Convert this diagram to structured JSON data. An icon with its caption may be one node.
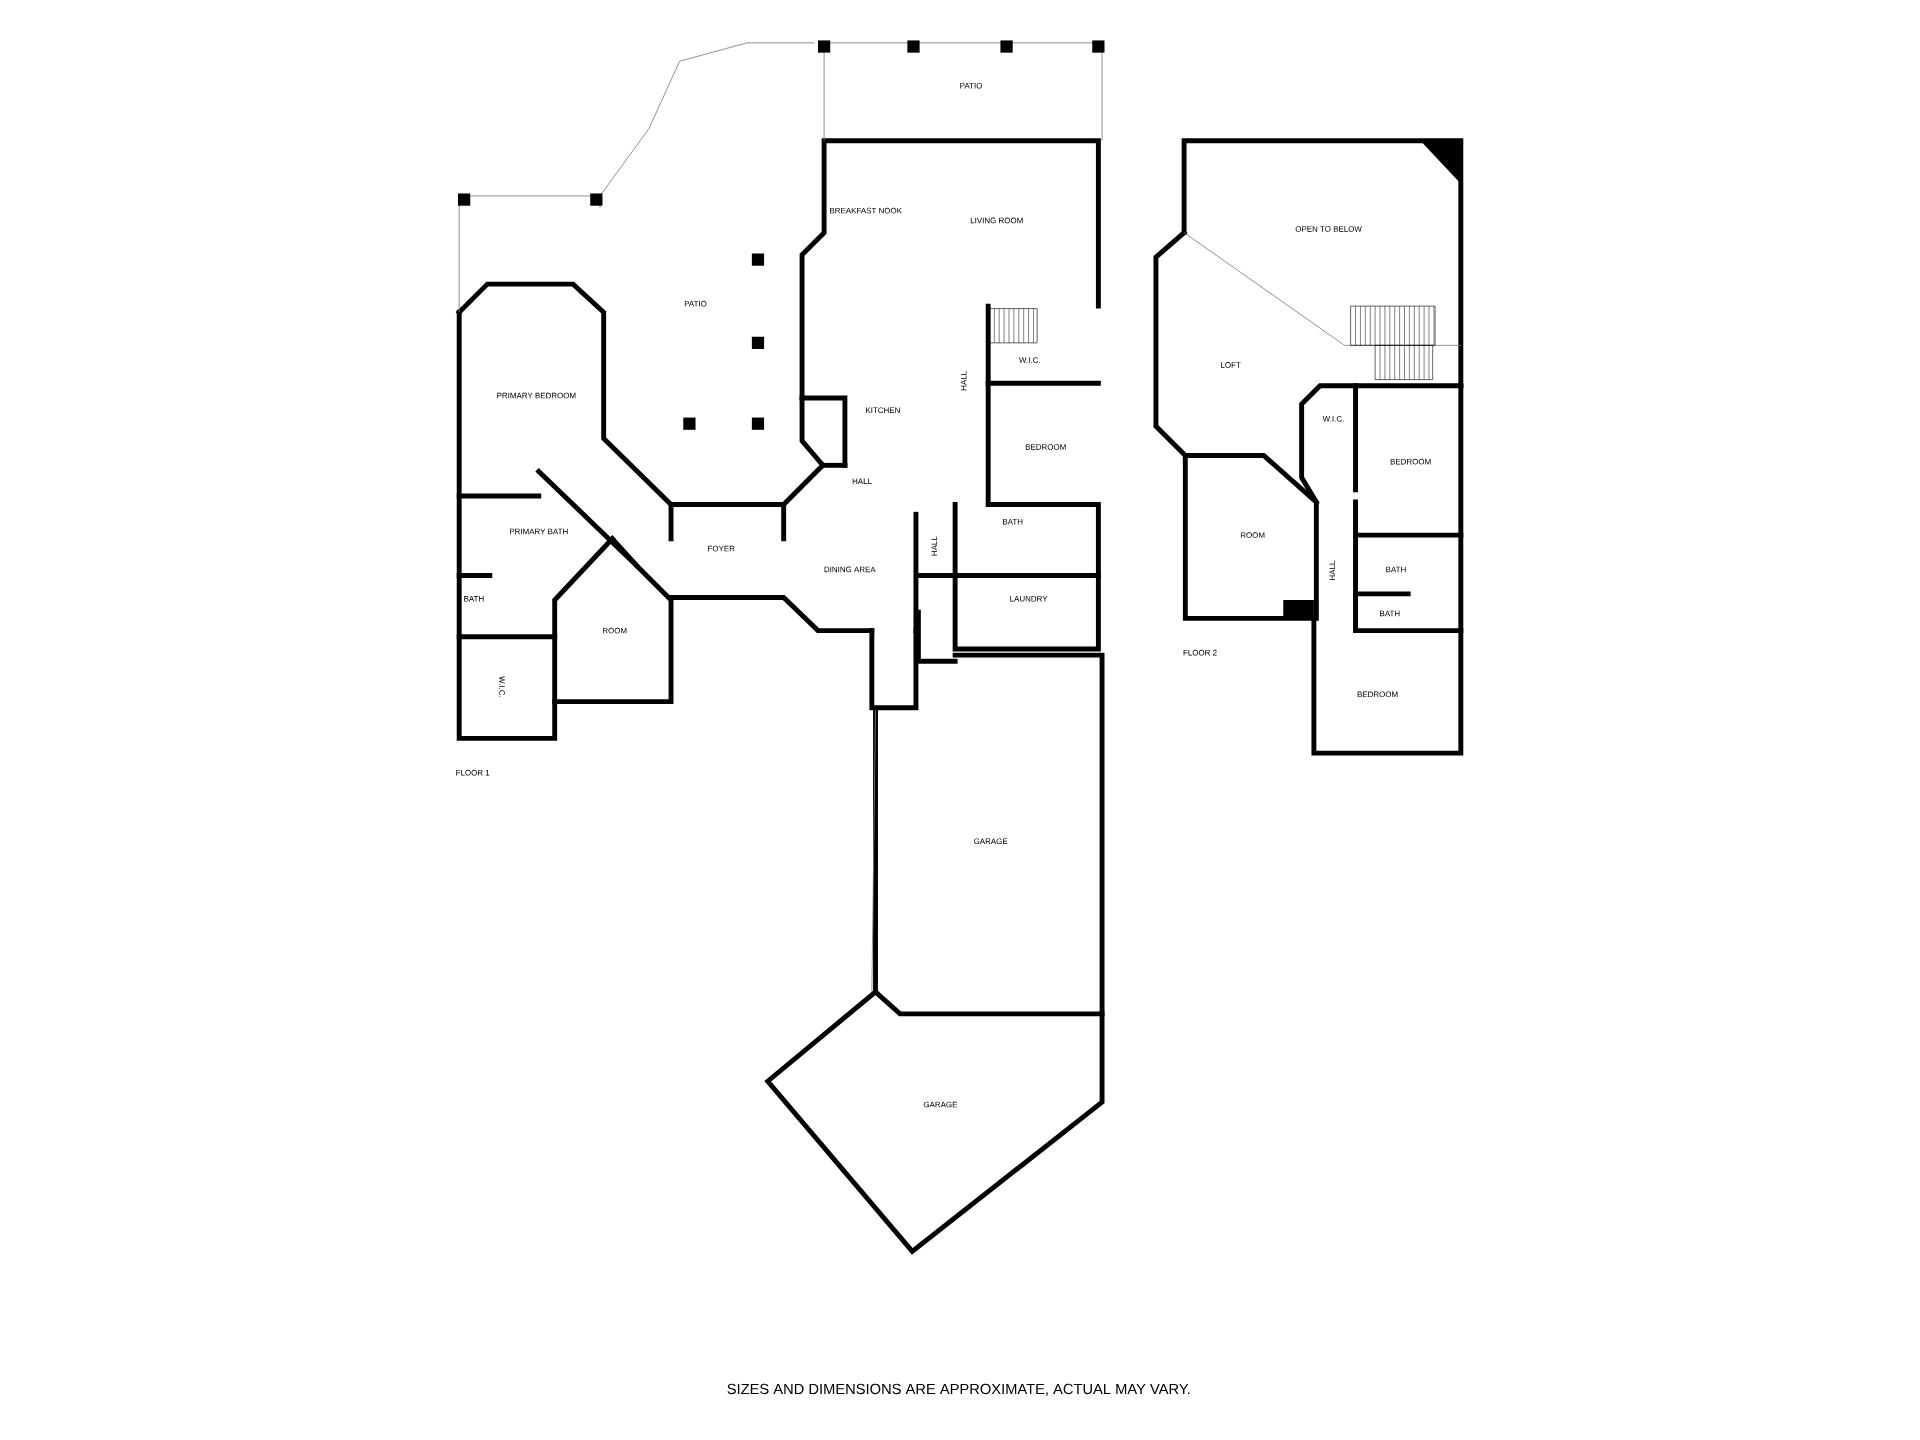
{
  "diagram": {
    "caption": "SIZES AND DIMENSIONS ARE APPROXIMATE, ACTUAL MAY VARY.",
    "labels": [
      "PATIO",
      "BREAKFAST NOOK",
      "LIVING ROOM",
      "PATIO",
      "PRIMARY BEDROOM",
      "W.I.C.",
      "HALL",
      "KITCHEN",
      "BEDROOM",
      "HALL",
      "PRIMARY BATH",
      "FOYER",
      "BATH",
      "HALL",
      "DINING AREA",
      "LAUNDRY",
      "BATH",
      "ROOM",
      "W.I.C.",
      "FLOOR 1",
      "GARAGE",
      "GARAGE",
      "OPEN TO BELOW",
      "LOFT",
      "W.I.C.",
      "BEDROOM",
      "ROOM",
      "HALL",
      "BATH",
      "BATH",
      "FLOOR 2",
      "BEDROOM"
    ]
  }
}
